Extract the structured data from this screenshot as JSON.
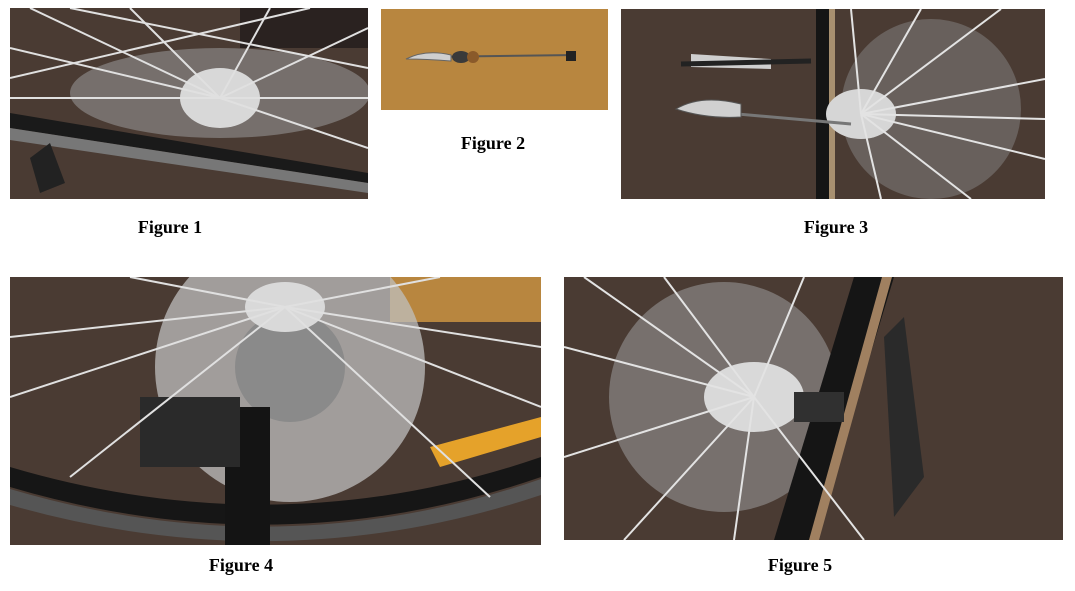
{
  "figures": [
    {
      "caption": "Figure 1",
      "icon": "bike-wheel-hub-photo"
    },
    {
      "caption": "Figure 2",
      "icon": "quick-release-skewer-photo"
    },
    {
      "caption": "Figure 3",
      "icon": "skewer-inserted-hub-photo"
    },
    {
      "caption": "Figure 4",
      "icon": "fork-disc-brake-photo"
    },
    {
      "caption": "Figure 5",
      "icon": "hub-fork-dropout-photo"
    }
  ],
  "colors": {
    "carpet": "#4a3b33",
    "cardboard": "#b8863f",
    "spoke": "#d9d9d9",
    "rim": "#1a1a1a",
    "disc": "#bfbfbf"
  }
}
